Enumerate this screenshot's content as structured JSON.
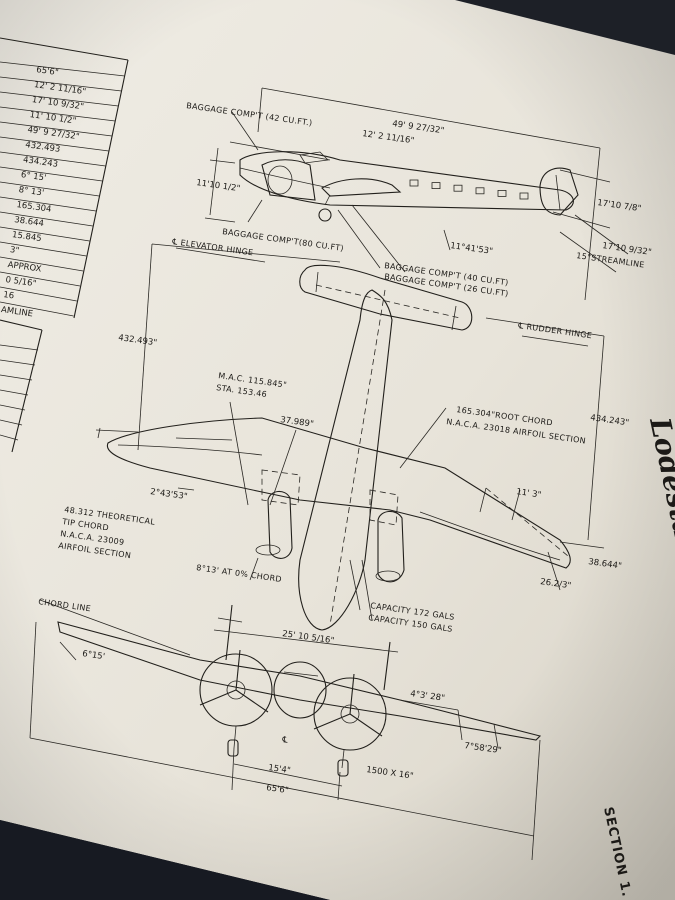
{
  "spec_table": {
    "rows": [
      "65'6\"",
      "12' 2 11/16\"",
      "17' 10 9/32\"",
      "11' 10 1/2\"",
      "49' 9 27/32\"",
      "432.493",
      "434.243",
      "6° 15'",
      "8° 13'",
      "165.304",
      "38.644",
      "15.845",
      "3\"",
      "APPROX",
      "0 5/16\"",
      "16",
      "AMLINE"
    ]
  },
  "side_view": {
    "baggage_top": "BAGGAGE COMP'T (42 CU.FT.)",
    "length": "49' 9 27/32\"",
    "nose_dim": "12' 2 11/16\"",
    "height_left": "11'10 1/2\"",
    "tail_height": "17'10 7/8\"",
    "angle": "11°41'53\"",
    "tail_height_2": "17'10 9/32\"",
    "streamline": "15°STREAMLINE",
    "baggage_80": "BAGGAGE COMP'T(80 CU.FT)",
    "baggage_40": "BAGGAGE COMP'T (40 CU.FT)",
    "baggage_26": "BAGGAGE COMP'T (26 CU.FT)"
  },
  "plan_view": {
    "elevator_hinge": "℄ ELEVATOR HINGE",
    "rudder_hinge": "℄ RUDDER HINGE",
    "dim_432": "432.493\"",
    "dim_434": "434.243\"",
    "mac": "M.A.C. 115.845\"",
    "sta": "STA. 153.46",
    "dim_37": "37.989\"",
    "root_chord": "165.304\"ROOT CHORD",
    "naca_root": "N.A.C.A. 23018 AIRFOIL SECTION",
    "angle_243": "2°43'53\"",
    "dim_113": "11' 3\"",
    "tip_1": "48.312 THEORETICAL",
    "tip_2": "TIP CHORD",
    "tip_3": "N.A.C.A. 23009",
    "tip_4": "AIRFOIL SECTION",
    "chord_813": "8°13' AT 0% CHORD",
    "dim_38": "38.644\"",
    "dim_26": "26.2/3\"",
    "cap_172": "CAPACITY 172 GALS",
    "cap_150": "CAPACITY 150 GALS"
  },
  "front_view": {
    "chord_line": "CHORD LINE",
    "dihedral": "6°15'",
    "width": "25' 10 5/16\"",
    "angle_43": "4°3' 28\"",
    "angle_758": "7°58'29\"",
    "prop_spacing": "15'4\"",
    "tire": "1500 X 16\"",
    "span": "65'6\"",
    "centerline": "℄"
  },
  "brand": "Lodestar",
  "section": "SECTION 1."
}
